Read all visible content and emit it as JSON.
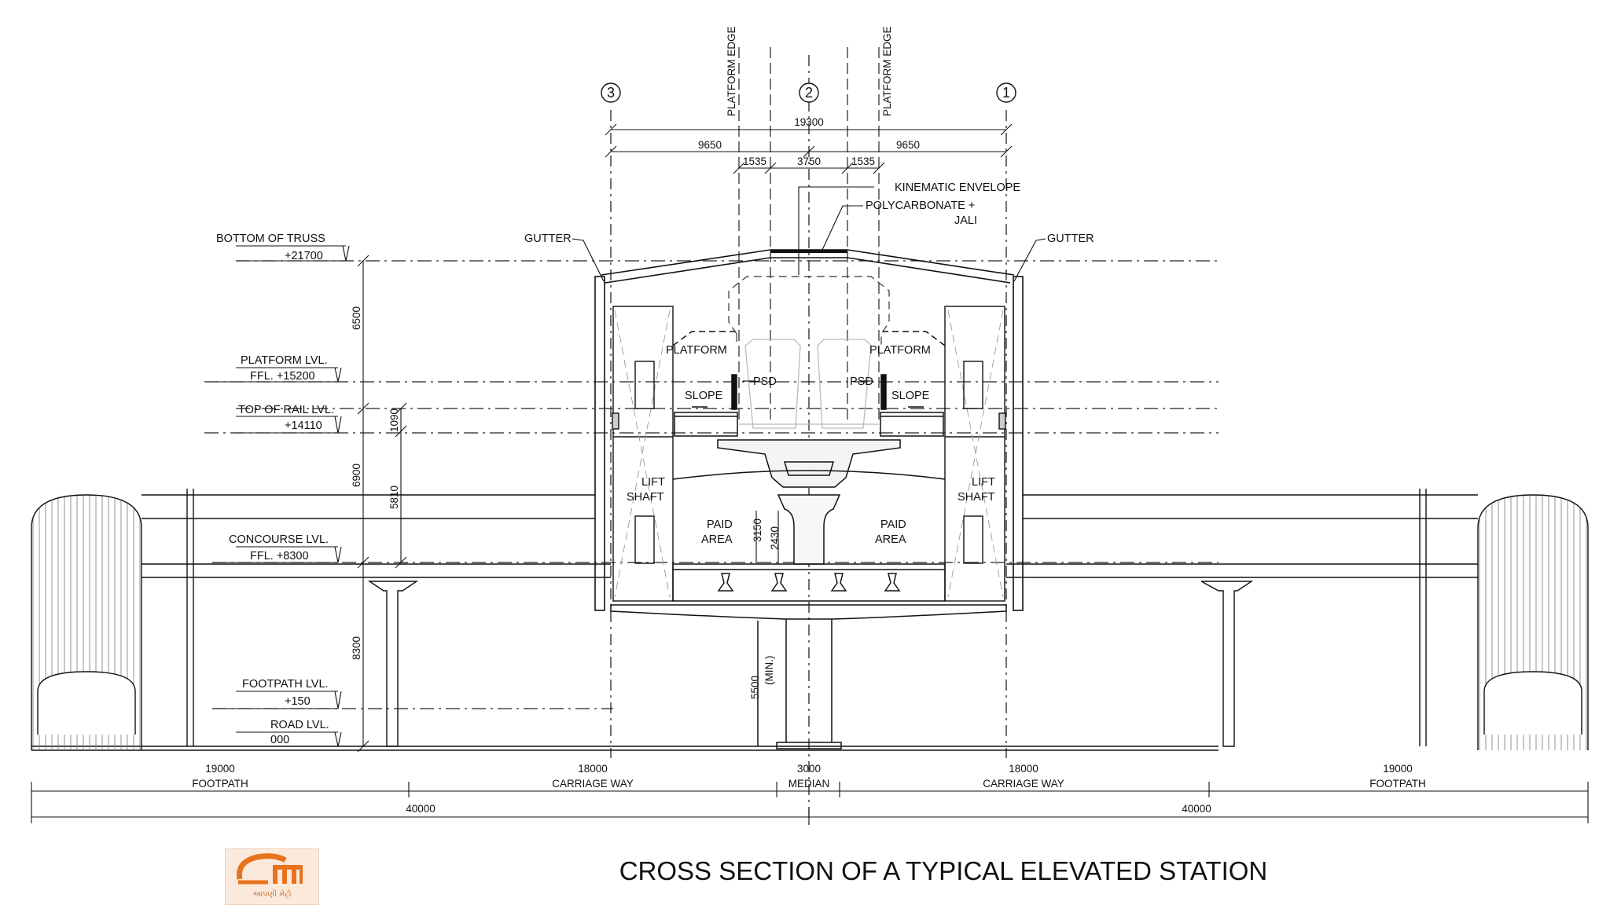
{
  "title": "CROSS SECTION OF A TYPICAL ELEVATED STATION",
  "logo": {
    "caption": "આપણી મેટ્રો",
    "icon": "metro-logo-icon"
  },
  "axes": {
    "a3": "3",
    "a2": "2",
    "a1": "1"
  },
  "platform_edge": {
    "left": "PLATFORM EDGE",
    "right": "PLATFORM EDGE"
  },
  "top_dims": {
    "overall": "19300",
    "left_half": "9650",
    "right_half": "9650",
    "edge_left": "1535",
    "track": "3750",
    "edge_right": "1535"
  },
  "levels": {
    "truss_label": "BOTTOM OF TRUSS",
    "truss_value": "+21700",
    "platform_label": "PLATFORM LVL.",
    "platform_value": "FFL. +15200",
    "rail_label": "TOP OF RAIL LVL.",
    "rail_value": "+14110",
    "concourse_label": "CONCOURSE LVL.",
    "concourse_value": "FFL. +8300",
    "footpath_label": "FOOTPATH LVL.",
    "footpath_value": "+150",
    "road_label": "ROAD LVL.",
    "road_value": "000"
  },
  "vertical_dims": {
    "d6500": "6500",
    "d1090": "1090",
    "d6900": "6900",
    "d5810": "5810",
    "d8300": "8300",
    "d3150": "3150",
    "d2430": "2430",
    "d5500": "5500",
    "min": "(MIN.)"
  },
  "labels": {
    "kinematic": "KINEMATIC ENVELOPE",
    "polycarb_1": "POLYCARBONATE +",
    "polycarb_2": "JALI",
    "gutter_left": "GUTTER",
    "gutter_right": "GUTTER",
    "platform_left": "PLATFORM",
    "platform_right": "PLATFORM",
    "psd_left": "PSD",
    "psd_right": "PSD",
    "slope_left": "SLOPE",
    "slope_right": "SLOPE",
    "lift_left_1": "LIFT",
    "lift_left_2": "SHAFT",
    "lift_right_1": "LIFT",
    "lift_right_2": "SHAFT",
    "paid_left_1": "PAID",
    "paid_left_2": "AREA",
    "paid_right_1": "PAID",
    "paid_right_2": "AREA"
  },
  "bottom_dims": {
    "footpath_left_value": "19000",
    "footpath_left_label": "FOOTPATH",
    "carriage_left_value": "18000",
    "carriage_left_label": "CARRIAGE WAY",
    "median_value": "3000",
    "median_label": "MEDIAN",
    "carriage_right_value": "18000",
    "carriage_right_label": "CARRIAGE WAY",
    "footpath_right_value": "19000",
    "footpath_right_label": "FOOTPATH",
    "total_left": "40000",
    "total_right": "40000"
  },
  "colors": {
    "line": "#1a1a1a",
    "logo_orange": "#e8731e"
  }
}
